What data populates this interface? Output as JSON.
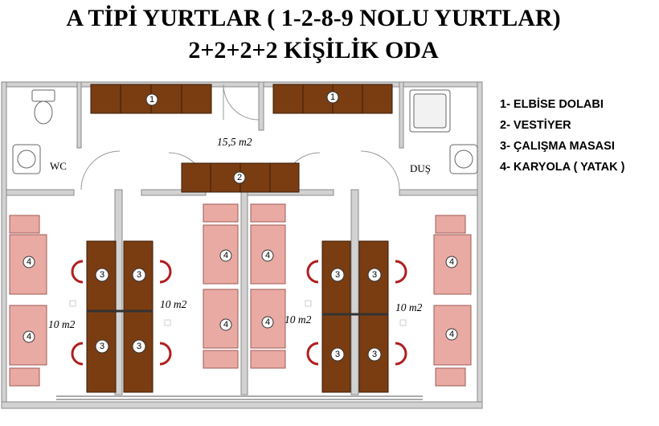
{
  "title_line1": "A TİPİ YURTLAR ( 1-2-8-9 NOLU YURTLAR)",
  "title_line2": "2+2+2+2 KİŞİLİK ODA",
  "legend": [
    "1- ELBİSE DOLABI",
    "2- VESTİYER",
    "3- ÇALIŞMA MASASI",
    "4- KARYOLA ( YATAK )"
  ],
  "rooms": {
    "wc": "WC",
    "dus": "DUŞ",
    "common_area": "15,5 m2",
    "room_area": "10 m2"
  },
  "markers": {
    "wardrobe": "1",
    "coat_rack": "2",
    "desk": "3",
    "bed": "4"
  },
  "colors": {
    "furniture_brown": "#7a3d12",
    "bed_pink": "#e9aaa4",
    "chair_red": "#b01e1e",
    "wall_gray": "#9a9a9a"
  }
}
